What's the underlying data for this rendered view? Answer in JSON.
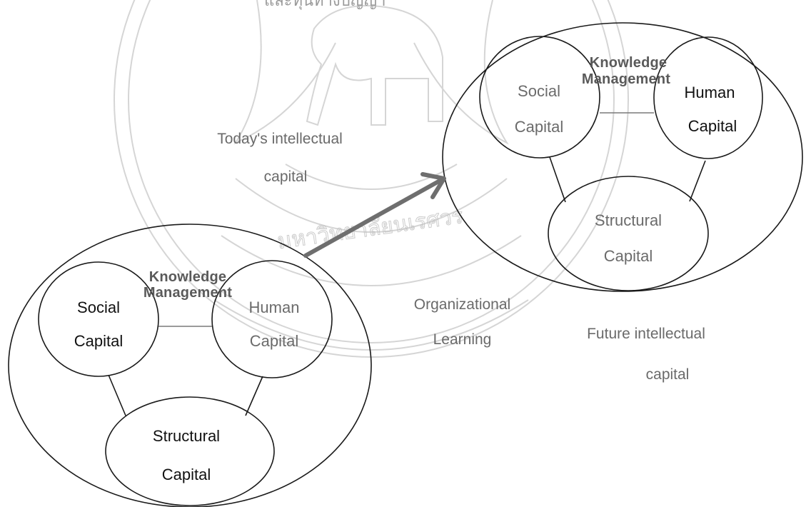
{
  "header_text": "และทุนทางปัญญา",
  "watermark": {
    "arc_text": "มหาวิทยาลัยนเรศวร",
    "stroke_color": "#9a9a9a"
  },
  "today": {
    "social": [
      "Social",
      "Capital"
    ],
    "human": [
      "Human",
      "Capital"
    ],
    "structural": [
      "Structural",
      "Capital"
    ],
    "knowledge_management": [
      "Knowledge",
      "Management"
    ],
    "caption": [
      "Today's intellectual",
      "capital"
    ]
  },
  "future": {
    "social": [
      "Social",
      "Capital"
    ],
    "human": [
      "Human",
      "Capital"
    ],
    "structural": [
      "Structural",
      "Capital"
    ],
    "knowledge_management": [
      "Knowledge",
      "Management"
    ],
    "caption": [
      "Future intellectual",
      "capital"
    ]
  },
  "organizational_learning": [
    "Organizational",
    "Learning"
  ],
  "colors": {
    "line": "#1a1a1a",
    "arrow": "#6e6e6e",
    "connector": "#7a7a7a"
  }
}
